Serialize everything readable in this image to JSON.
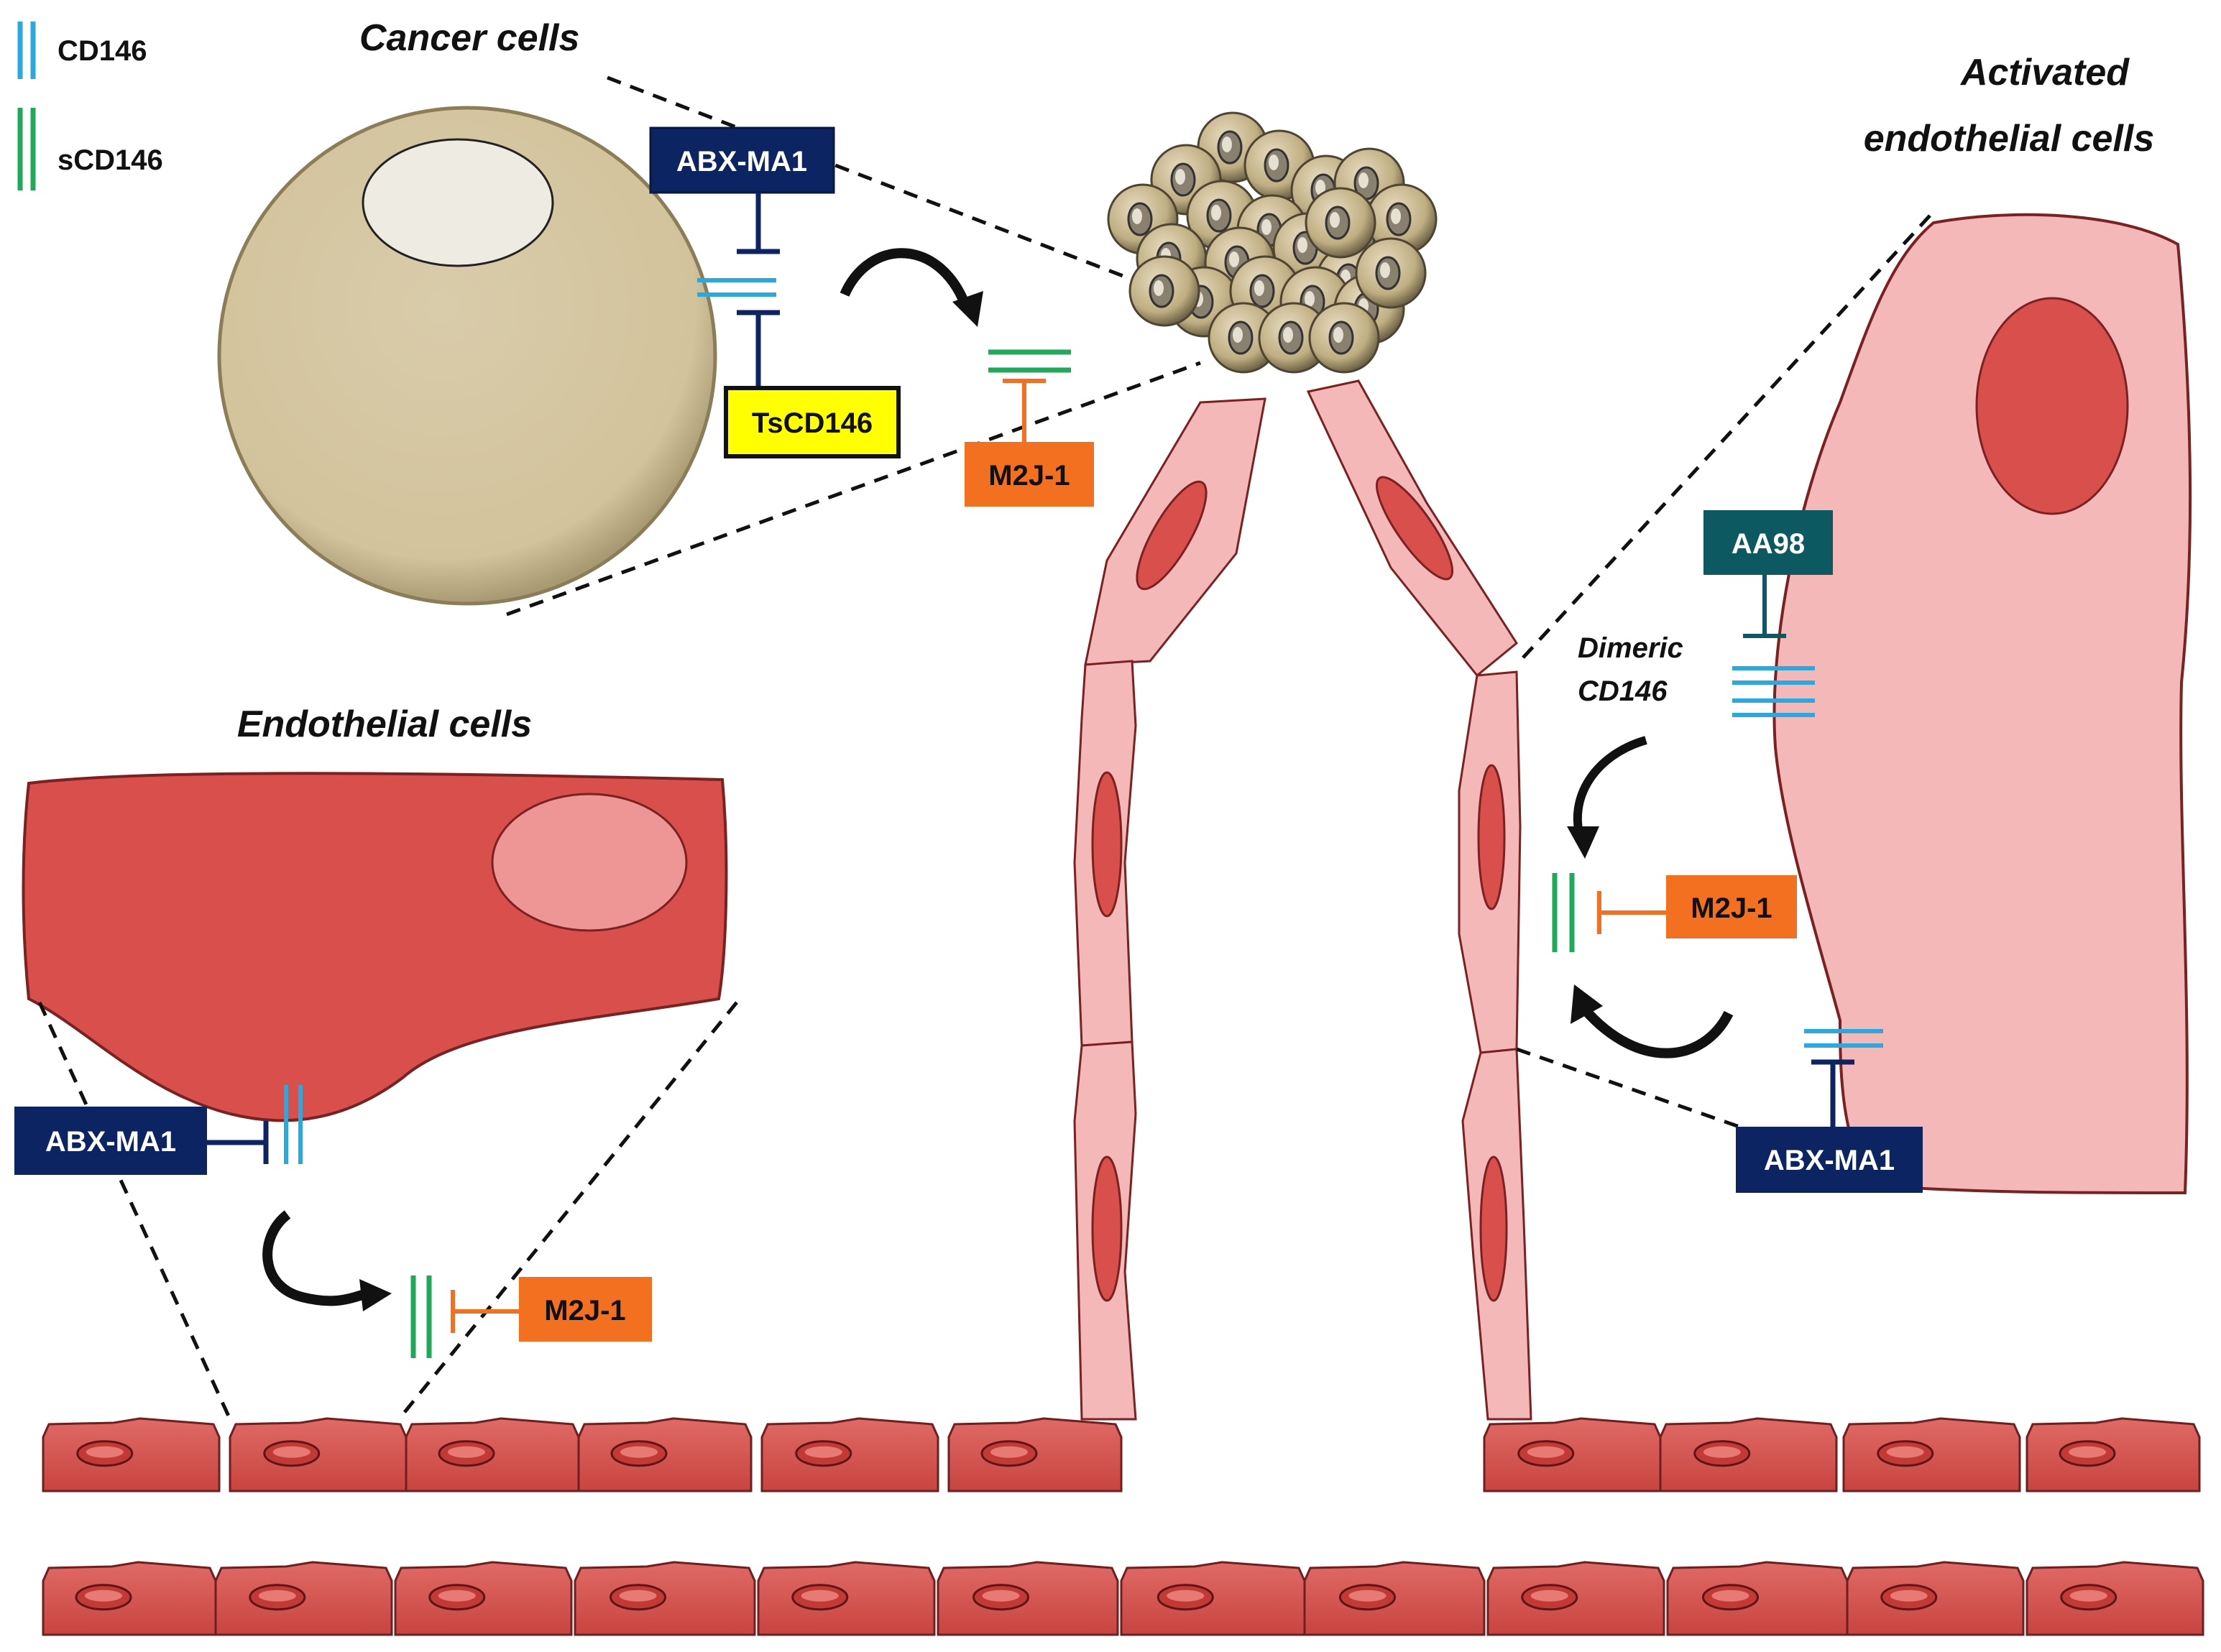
{
  "legend": [
    {
      "label": "CD146",
      "color": "#2aa8e0"
    },
    {
      "label": "sCD146",
      "color": "#1faa5a"
    }
  ],
  "titles": {
    "cancer_cells": "Cancer cells",
    "activated_1": "Activated",
    "activated_2": "endothelial cells",
    "endothelial_cells": "Endothelial cells",
    "dimeric_1": "Dimeric",
    "dimeric_2": "CD146"
  },
  "agents": {
    "abx_cancer": "ABX-MA1",
    "tscd146": "TsCD146",
    "m2j_top": "M2J-1",
    "aa98": "AA98",
    "m2j_right": "M2J-1",
    "abx_right": "ABX-MA1",
    "abx_left": "ABX-MA1",
    "m2j_left": "M2J-1"
  },
  "colors": {
    "cd146": "#2aa8e0",
    "scd146": "#1faa5a",
    "navy": "#0c2461",
    "teal": "#0d5962",
    "orange": "#f37021",
    "yellow": "#ffff00",
    "endothelial_red": "#d94f4b",
    "activated_pink": "#f4b8b8",
    "cancer_tan": "#d6c9a2"
  }
}
